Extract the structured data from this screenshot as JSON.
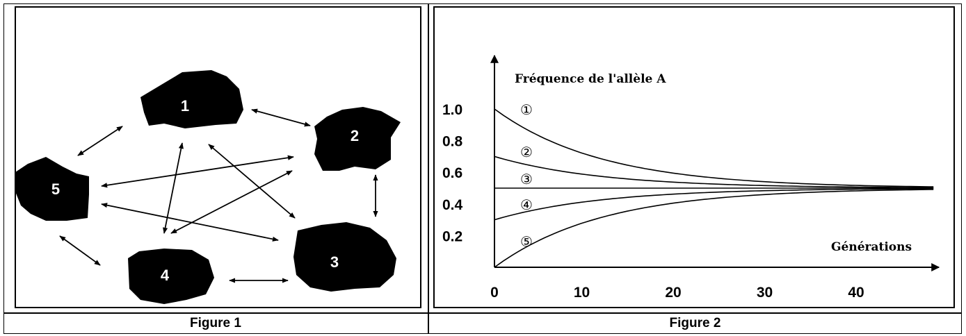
{
  "figure1": {
    "caption": "Figure 1",
    "populations": [
      "1",
      "2",
      "3",
      "4",
      "5"
    ]
  },
  "figure2": {
    "caption": "Figure 2",
    "y_axis_label": "Fréquence de l'allèle A",
    "x_axis_label": "Générations",
    "y_ticks": [
      "1.0",
      "0.8",
      "0.6",
      "0.4",
      "0.2"
    ],
    "x_ticks": [
      "0",
      "10",
      "20",
      "30",
      "40"
    ],
    "curve_labels": [
      "①",
      "②",
      "③",
      "④",
      "⑤"
    ],
    "curves": [
      {
        "start": 1.0,
        "end": 0.5
      },
      {
        "start": 0.7,
        "end": 0.5
      },
      {
        "start": 0.5,
        "end": 0.5
      },
      {
        "start": 0.3,
        "end": 0.5
      },
      {
        "start": 0.0,
        "end": 0.5
      }
    ]
  }
}
